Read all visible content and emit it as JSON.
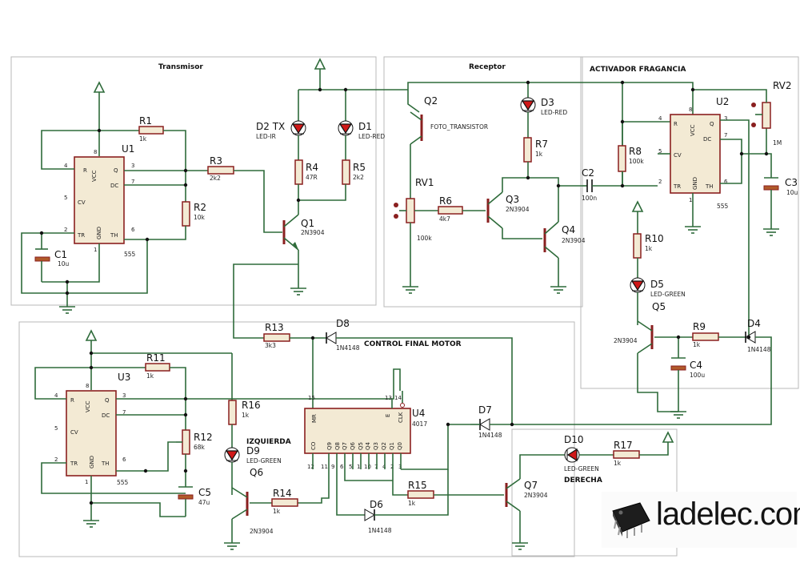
{
  "sections": {
    "transmitter": "Transmisor",
    "receiver": "Receptor",
    "fragrance": "ACTIVADOR FRAGANCIA",
    "motor": "CONTROL FINAL MOTOR"
  },
  "components": {
    "U1": {
      "ref": "U1",
      "value": "555"
    },
    "U2": {
      "ref": "U2",
      "value": "555"
    },
    "U3": {
      "ref": "U3",
      "value": "555"
    },
    "U4": {
      "ref": "U4",
      "value": "4017"
    },
    "R1": {
      "ref": "R1",
      "value": "1k"
    },
    "R2": {
      "ref": "R2",
      "value": "10k"
    },
    "R3": {
      "ref": "R3",
      "value": "2k2"
    },
    "R4": {
      "ref": "R4",
      "value": "47R"
    },
    "R5": {
      "ref": "R5",
      "value": "2k2"
    },
    "R6": {
      "ref": "R6",
      "value": "4k7"
    },
    "R7": {
      "ref": "R7",
      "value": "1k"
    },
    "R8": {
      "ref": "R8",
      "value": "100k"
    },
    "R9": {
      "ref": "R9",
      "value": "1k"
    },
    "R10": {
      "ref": "R10",
      "value": "1k"
    },
    "R11": {
      "ref": "R11",
      "value": "1k"
    },
    "R12": {
      "ref": "R12",
      "value": "68k"
    },
    "R13": {
      "ref": "R13",
      "value": "3k3"
    },
    "R14": {
      "ref": "R14",
      "value": "1k"
    },
    "R15": {
      "ref": "R15",
      "value": "1k"
    },
    "R16": {
      "ref": "R16",
      "value": "1k"
    },
    "R17": {
      "ref": "R17",
      "value": "1k"
    },
    "RV1": {
      "ref": "RV1",
      "value": "100k"
    },
    "RV2": {
      "ref": "RV2",
      "value": "1M"
    },
    "C1": {
      "ref": "C1",
      "value": "10u"
    },
    "C2": {
      "ref": "C2",
      "value": "100n"
    },
    "C3": {
      "ref": "C3",
      "value": "10u"
    },
    "C4": {
      "ref": "C4",
      "value": "100u"
    },
    "C5": {
      "ref": "C5",
      "value": "47u"
    },
    "D1": {
      "ref": "D1",
      "value": "LED-RED"
    },
    "D2": {
      "ref": "D2 TX",
      "value": "LED-IR"
    },
    "D3": {
      "ref": "D3",
      "value": "LED-RED"
    },
    "D4": {
      "ref": "D4",
      "value": "1N4148"
    },
    "D5": {
      "ref": "D5",
      "value": "LED-GREEN"
    },
    "D6": {
      "ref": "D6",
      "value": "1N4148"
    },
    "D7": {
      "ref": "D7",
      "value": "1N4148"
    },
    "D8": {
      "ref": "D8",
      "value": "1N4148"
    },
    "D9": {
      "ref": "D9",
      "value": "LED-GREEN",
      "note": "IZQUIERDA"
    },
    "D10": {
      "ref": "D10",
      "value": "LED-GREEN",
      "note": "DERECHA"
    },
    "Q1": {
      "ref": "Q1",
      "value": "2N3904"
    },
    "Q2": {
      "ref": "Q2",
      "value": "FOTO_TRANSISTOR"
    },
    "Q3": {
      "ref": "Q3",
      "value": "2N3904"
    },
    "Q4": {
      "ref": "Q4",
      "value": "2N3904"
    },
    "Q5": {
      "ref": "Q5",
      "value": "2N3904"
    },
    "Q6": {
      "ref": "Q6",
      "value": "2N3904"
    },
    "Q7": {
      "ref": "Q7",
      "value": "2N3904"
    }
  },
  "pins555": {
    "R": "R",
    "VCC": "VCC",
    "Q": "Q",
    "DC": "DC",
    "CV": "CV",
    "TR": "TR",
    "GND": "GND",
    "TH": "TH",
    "p8": "8",
    "p4": "4",
    "p3": "3",
    "p7": "7",
    "p5": "5",
    "p2": "2",
    "p6": "6",
    "p1": "1"
  },
  "pins4017": {
    "MR": "MR",
    "E": "E",
    "CLK": "CLK",
    "CO": "CO",
    "Q9": "Q9",
    "Q8": "Q8",
    "Q7": "Q7",
    "Q6": "Q6",
    "Q5": "Q5",
    "Q4": "Q4",
    "Q3": "Q3",
    "Q2": "Q2",
    "Q1": "Q1",
    "Q0": "Q0",
    "p15": "15",
    "p13": "13",
    "p14": "14",
    "p12": "12",
    "p11": "11",
    "p9": "9",
    "p6": "6",
    "p5": "5",
    "p1": "1",
    "p10": "10",
    "p7": "7",
    "p4": "4",
    "p2": "2",
    "p3": "3"
  },
  "logo": {
    "text": "ladelec.com"
  }
}
